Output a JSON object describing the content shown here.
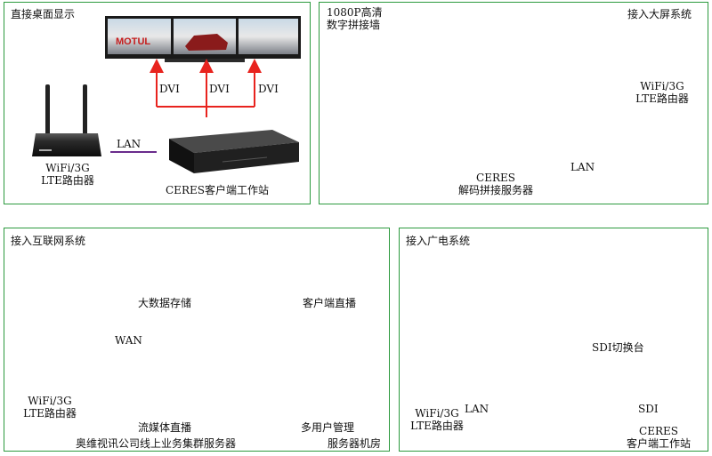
{
  "panels": {
    "desktop": {
      "title": "直接桌面显示",
      "dvi_labels": [
        "DVI",
        "DVI",
        "DVI"
      ],
      "lan_label": "LAN",
      "router_label_1": "WiFi/3G",
      "router_label_2": "LTE路由器",
      "workstation_label": "CERES客户端工作站"
    },
    "bigscreen": {
      "title": "接入大屏系统",
      "wall_label_1": "1080P高清",
      "wall_label_2": "数字拼接墙",
      "server_label_1": "CERES",
      "server_label_2": "解码拼接服务器",
      "lan_label": "LAN",
      "router_label_1": "WiFi/3G",
      "router_label_2": "LTE路由器"
    },
    "internet": {
      "title": "接入互联网系统",
      "wan_label": "WAN",
      "router_label_1": "WiFi/3G",
      "router_label_2": "LTE路由器",
      "bigdata_label": "大数据存储",
      "client_live_label": "客户端直播",
      "streaming_label": "流媒体直播",
      "multiuser_label": "多用户管理",
      "cluster_label": "奥维视讯公司线上业务集群服务器",
      "server_room_label": "服务器机房"
    },
    "broadcast": {
      "title": "接入广电系统",
      "switcher_label": "SDI切换台",
      "lan_label": "LAN",
      "sdi_label": "SDI",
      "router_label_1": "WiFi/3G",
      "router_label_2": "LTE路由器",
      "workstation_label_1": "CERES",
      "workstation_label_2": "客户端工作站"
    }
  },
  "colors": {
    "panel_border": "#2c9a3e",
    "arrow_red": "#e8231e",
    "line_purple": "#6a2c8c"
  },
  "icons": [
    "wifi-router-icon",
    "workstation-box-icon",
    "monitor-icon",
    "video-wall-icon",
    "server-rack-icon",
    "network-router-icon",
    "firewall-icon",
    "database-icon",
    "globe-icon",
    "user-icon",
    "folder-icon",
    "sdi-switcher-icon"
  ]
}
